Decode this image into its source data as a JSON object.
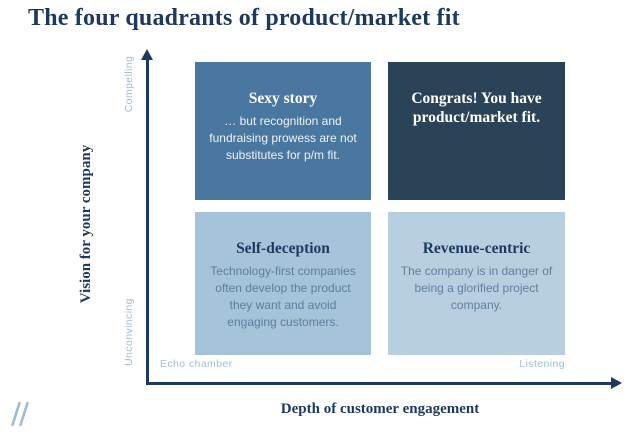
{
  "title": "The four quadrants of product/market fit",
  "axes": {
    "y": {
      "label": "Vision for your company",
      "max_label": "Compelling",
      "min_label": "Unconvincing"
    },
    "x": {
      "label": "Depth of customer engagement",
      "min_label": "Echo chamber",
      "max_label": "Listening"
    }
  },
  "quadrants": [
    {
      "id": "sexy-story",
      "position": "top-left",
      "heading": "Sexy story",
      "body": "… but recognition and fundraising prowess are not substitutes for p/m fit.",
      "bg": "#4a779f",
      "heading_color": "#ffffff",
      "body_color": "#edf3f8"
    },
    {
      "id": "product-market-fit",
      "position": "top-right",
      "heading": "Congrats! You have product/market fit.",
      "body": "",
      "bg": "#2b4357",
      "heading_color": "#ffffff",
      "body_color": "#ffffff"
    },
    {
      "id": "self-deception",
      "position": "bottom-left",
      "heading": "Self-deception",
      "body": "Technology-first companies often develop the product they want and avoid engaging customers.",
      "bg": "#a6c4d9",
      "heading_color": "#1d3a5e",
      "body_color": "#5b7e9d"
    },
    {
      "id": "revenue-centric",
      "position": "bottom-right",
      "heading": "Revenue-centric",
      "body": "The company is in danger of being a glorified project company.",
      "bg": "#b7cfdf",
      "heading_color": "#1d3a5e",
      "body_color": "#61819c"
    }
  ],
  "colors": {
    "accent_navy": "#1d3a5e",
    "light_blue_labels": "#9fbdd6",
    "background": "#ffffff"
  },
  "logo": {
    "name": "double-slash-logo",
    "color": "#9fbdd6"
  }
}
